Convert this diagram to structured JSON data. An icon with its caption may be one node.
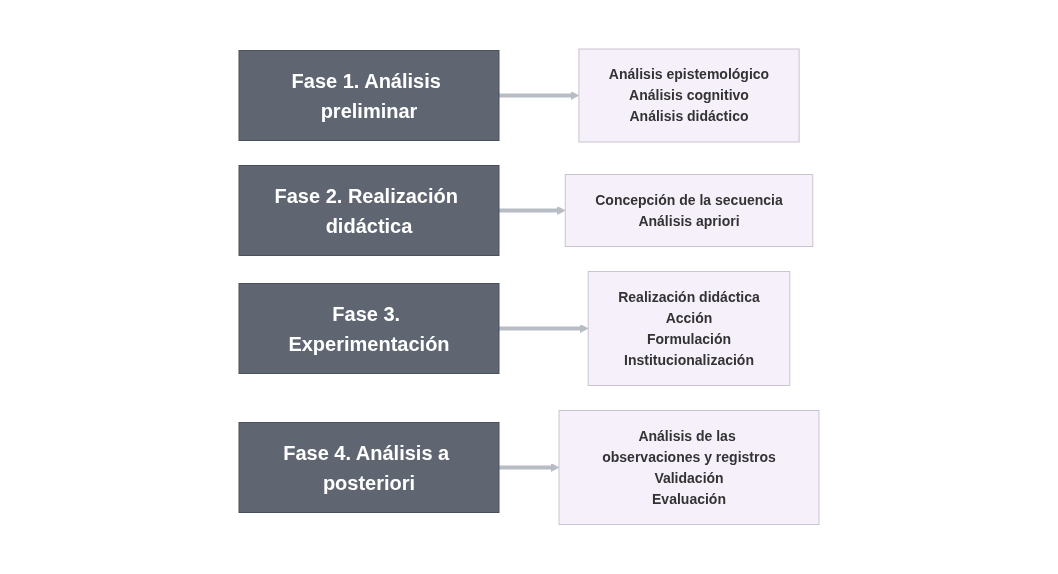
{
  "diagram": {
    "nodes": [
      {
        "text": [
          "Fase 1. Análisis preliminar"
        ]
      },
      {
        "text": [
          "Análisis epistemológico",
          "Análisis cognitivo",
          "Análisis didáctico"
        ]
      },
      {
        "text": [
          "Fase 2. Realización didáctica"
        ]
      },
      {
        "text": [
          "Concepción de la secuencia",
          "Análisis apriori"
        ]
      },
      {
        "text": [
          "Fase 3. Experimentación"
        ]
      },
      {
        "text": [
          "Realización didáctica",
          "Acción",
          "Formulación",
          "Institucionalización"
        ]
      },
      {
        "text": [
          "Fase 4. Análisis a posteriori"
        ]
      },
      {
        "text": [
          "Análisis de las observaciones y registros",
          "Validación",
          "Evaluación"
        ]
      }
    ],
    "edges": [
      {
        "from": 0,
        "to": 1,
        "arrow": "to"
      },
      {
        "from": 2,
        "to": 3,
        "arrow": "to"
      },
      {
        "from": 4,
        "to": 5,
        "arrow": "to"
      },
      {
        "from": 6,
        "to": 7,
        "arrow": "to"
      }
    ]
  }
}
